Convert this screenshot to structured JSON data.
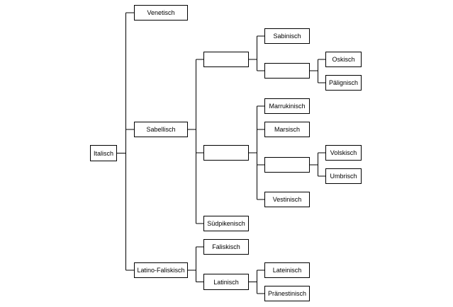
{
  "tree": {
    "root": "Italisch",
    "venetisch": "Venetisch",
    "sabellisch": "Sabellisch",
    "sabellisch_group_a": "",
    "sabinisch": "Sabinisch",
    "oskisch_group": "",
    "oskisch": "Oskisch",
    "paelignisch": "Pälignisch",
    "sabellisch_group_b": "",
    "marrukinisch": "Marrukinisch",
    "marsisch": "Marsisch",
    "umbrisch_group": "",
    "volskisch": "Volskisch",
    "umbrisch": "Umbrisch",
    "vestinisch": "Vestinisch",
    "suedpikenisch": "Südpikenisch",
    "latino_faliskisch": "Latino-Faliskisch",
    "faliskisch": "Faliskisch",
    "latinisch": "Latinisch",
    "lateinisch": "Lateinisch",
    "praenestinisch": "Pränestinisch"
  }
}
